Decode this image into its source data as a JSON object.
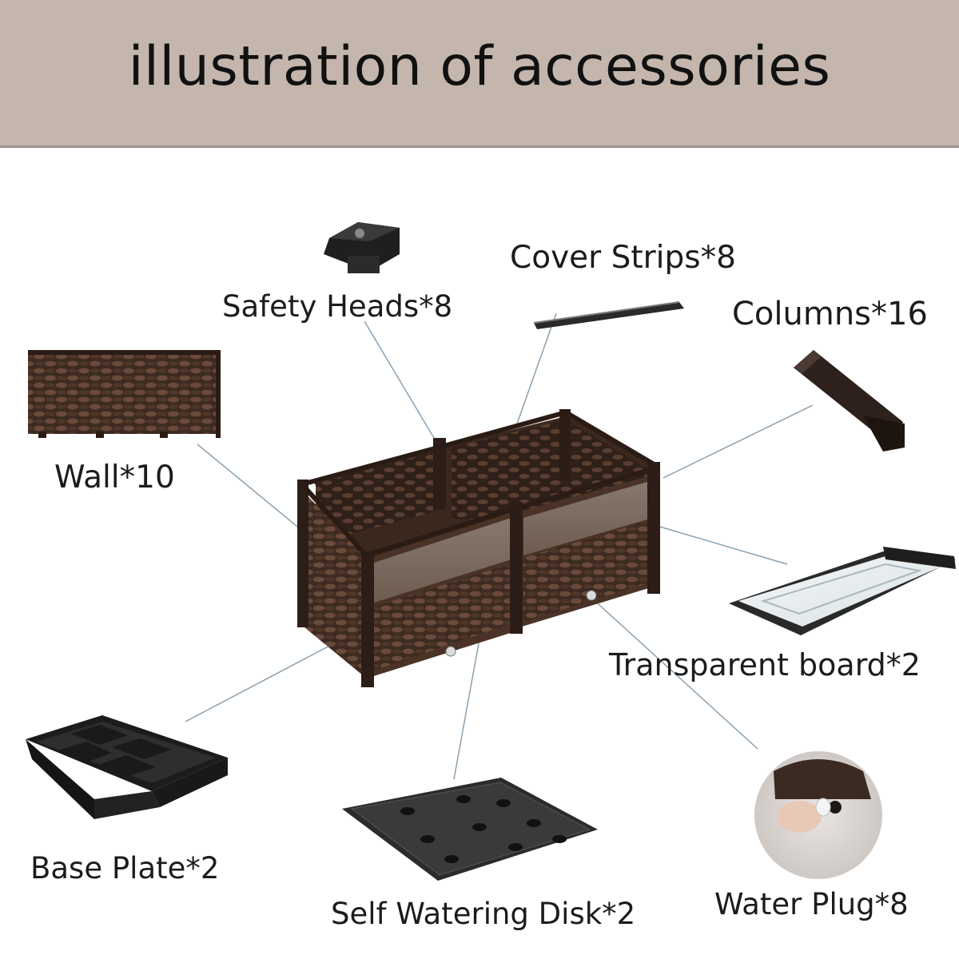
{
  "title": "illustration of accessories",
  "colors": {
    "banner": "#c4b6ac",
    "planter_brown": "#4a3326",
    "part_black": "#222222"
  },
  "parts": [
    {
      "id": "safety-heads",
      "label": "Safety Heads*8",
      "icon": "safety-head-cap-icon"
    },
    {
      "id": "cover-strips",
      "label": "Cover Strips*8",
      "icon": "cover-strip-icon"
    },
    {
      "id": "columns",
      "label": "Columns*16",
      "icon": "column-post-icon"
    },
    {
      "id": "wall",
      "label": "Wall*10",
      "icon": "wicker-wall-panel-icon"
    },
    {
      "id": "transparent-board",
      "label": "Transparent board*2",
      "icon": "transparent-board-icon"
    },
    {
      "id": "base-plate",
      "label": "Base Plate*2",
      "icon": "base-plate-icon"
    },
    {
      "id": "self-watering-disk",
      "label": "Self Watering Disk*2",
      "icon": "watering-disk-icon"
    },
    {
      "id": "water-plug",
      "label": "Water Plug*8",
      "icon": "water-plug-icon"
    }
  ]
}
